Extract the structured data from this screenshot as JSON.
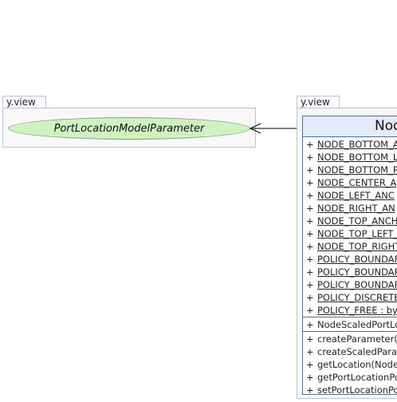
{
  "left_package": {
    "name": "y.view",
    "element": "PortLocationModelParameter"
  },
  "right_package": {
    "name": "y.view",
    "class_title": "Node",
    "fields": [
      {
        "vis": "+",
        "text": "NODE_BOTTOM_A"
      },
      {
        "vis": "+",
        "text": "NODE_BOTTOM_L"
      },
      {
        "vis": "+",
        "text": "NODE_BOTTOM_R"
      },
      {
        "vis": "+",
        "text": "NODE_CENTER_A"
      },
      {
        "vis": "+",
        "text": "NODE_LEFT_ANC"
      },
      {
        "vis": "+",
        "text": "NODE_RIGHT_AN"
      },
      {
        "vis": "+",
        "text": "NODE_TOP_ANCH"
      },
      {
        "vis": "+",
        "text": "NODE_TOP_LEFT_"
      },
      {
        "vis": "+",
        "text": "NODE_TOP_RIGHT"
      },
      {
        "vis": "+",
        "text": "POLICY_BOUNDAR"
      },
      {
        "vis": "+",
        "text": "POLICY_BOUNDAR"
      },
      {
        "vis": "+",
        "text": "POLICY_BOUNDAR"
      },
      {
        "vis": "+",
        "text": "POLICY_DISCRETE"
      },
      {
        "vis": "+",
        "text": "POLICY_FREE : by"
      }
    ],
    "constructors": [
      {
        "vis": "+",
        "text": "NodeScaledPortLo"
      }
    ],
    "methods": [
      {
        "vis": "+",
        "text": "createParameter("
      },
      {
        "vis": "+",
        "text": "createScaledPara"
      },
      {
        "vis": "+",
        "text": "getLocation(Node"
      },
      {
        "vis": "+",
        "text": "getPortLocationPo"
      },
      {
        "vis": "+",
        "text": "setPortLocationPo"
      }
    ]
  },
  "colors": {
    "ellipse_fill": "#cff3c0",
    "class_header": "#e4ecfb",
    "class_border": "#556b8e",
    "package_border": "#b9c4d6"
  }
}
